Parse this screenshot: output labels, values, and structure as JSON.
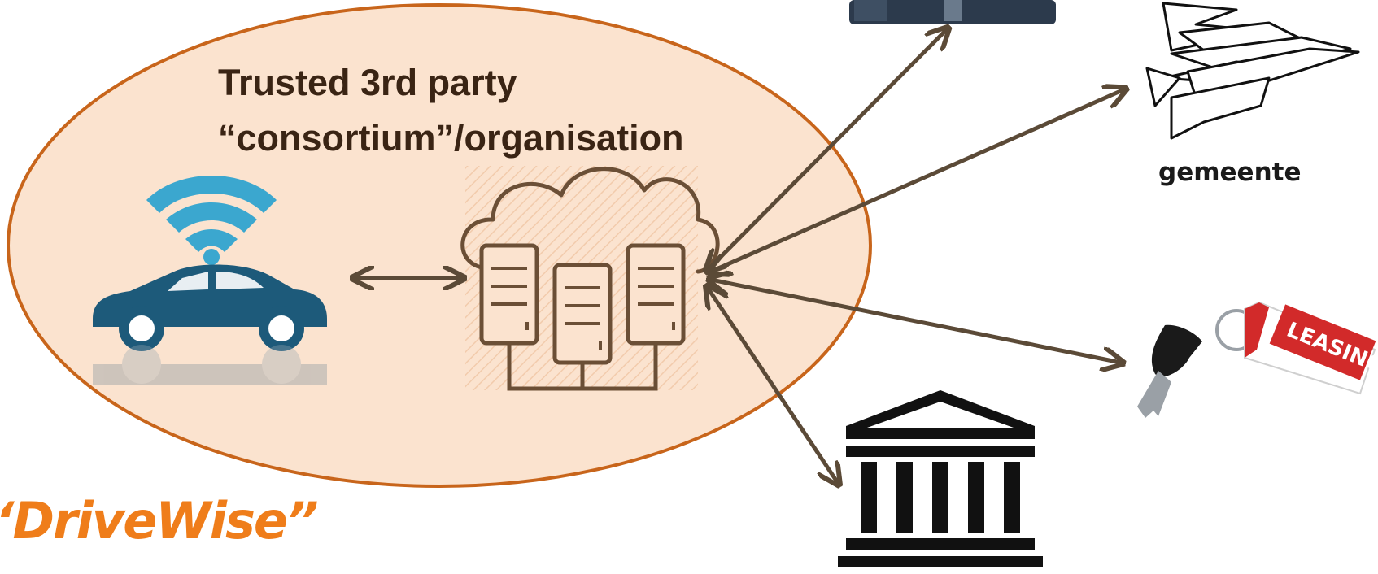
{
  "diagram": {
    "title_line1": "Trusted 3rd party",
    "title_line2": "“consortium”/organisation",
    "brand": "‘DriveWise”",
    "municipality_label": "gemeente",
    "leasing_tag": "LEASING"
  },
  "colors": {
    "ellipse_fill": "#fbe3cf",
    "ellipse_stroke": "#c8651b",
    "arrow": "#5b4a37",
    "car": "#1d5a7a",
    "wifi": "#3ba7cf",
    "server_stroke": "#6b4f36",
    "brand": "#ef7d1a",
    "leasing_red": "#d22a2a"
  },
  "icons": [
    "connected-car-icon",
    "wifi-icon",
    "cloud-server-icon",
    "bank-icon",
    "gemeente-logo-icon",
    "leasing-key-icon",
    "photo-thumbnail"
  ]
}
